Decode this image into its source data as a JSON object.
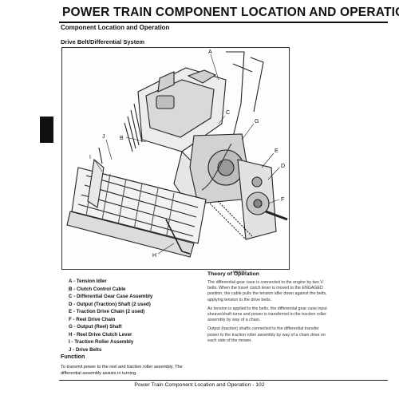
{
  "header": {
    "title": "POWER TRAIN   COMPONENT LOCATION AND OPERATION"
  },
  "content": {
    "section_heading": "Component Location and Operation",
    "sub_heading": "Drive Belt/Differential System",
    "figure": {
      "id": "MX6093",
      "callout_letters": [
        "A",
        "B",
        "C",
        "D",
        "E",
        "F",
        "G",
        "H",
        "I",
        "J"
      ]
    },
    "legend": [
      "A - Tension Idler",
      "B - Clutch Control Cable",
      "C - Differential Gear Case Assembly",
      "D - Output (Traction) Shaft (2 used)",
      "E - Traction Drive Chain (2 used)",
      "F - Reel Drive Chain",
      "G - Output (Reel) Shaft",
      "H - Reel Drive Clutch Lever",
      "I - Traction Roller Assembly",
      "J - Drive Belts"
    ],
    "function": {
      "heading": "Function",
      "text": "To transmit power to the reel and traction roller assembly. The differential assembly assists in turning."
    },
    "theory": {
      "heading": "Theory of Operation",
      "paragraphs": [
        "The differential gear case is connected to the engine by two V-belts. When the travel clutch lever is moved to the ENGAGED position, the cable pulls the tension idler down against the belts, applying tension to the drive belts.",
        "As tension is applied to the belts, the differential gear case input sheave/shaft turns and power is transferred to the traction roller assembly by way of a chain.",
        "Output (traction) shafts connected to the differential transfer power to the traction roller assembly by way of a chain drive on each side of the mower."
      ]
    }
  },
  "footer": {
    "text": "Power Train   Component Location and Operation - 102"
  }
}
